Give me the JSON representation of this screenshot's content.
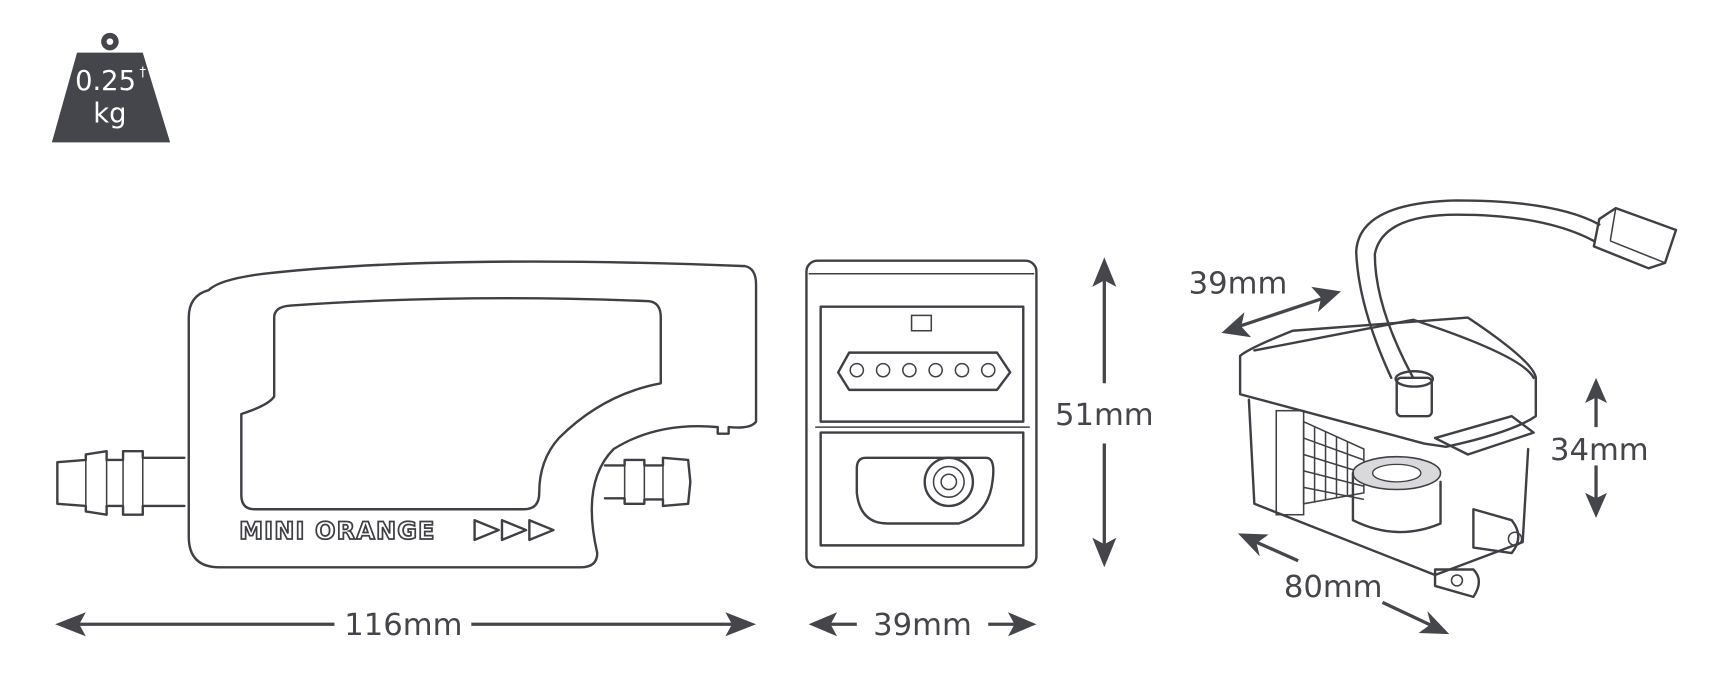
{
  "weight": {
    "value": "0.25",
    "mark": "†",
    "unit": "kg"
  },
  "side_view": {
    "brand_label": "MINI ORANGE",
    "length_label": "116mm"
  },
  "front_view": {
    "width_label": "39mm",
    "height_label": "51mm"
  },
  "iso_view": {
    "depth_label": "39mm",
    "height_label": "34mm",
    "length_label": "80mm"
  },
  "colors": {
    "ink": "#45464b",
    "weight_fill": "#45464b"
  }
}
